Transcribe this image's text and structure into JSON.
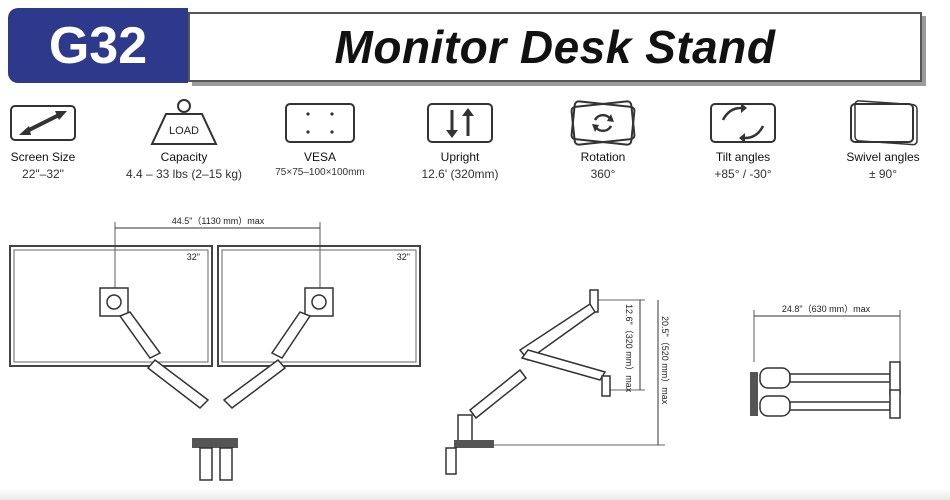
{
  "header": {
    "model": "G32",
    "title": "Monitor Desk Stand"
  },
  "specs": [
    {
      "label": "Screen Size",
      "value": "22\"–32\"",
      "icon": "screen-size-icon"
    },
    {
      "label": "Capacity",
      "value": "4.4 – 33 lbs (2–15 kg)",
      "icon": "weight-icon",
      "icon_text": "LOAD"
    },
    {
      "label": "VESA",
      "value": "75×75–100×100mm",
      "icon": "vesa-icon"
    },
    {
      "label": "Upright",
      "value": "12.6' (320mm)",
      "icon": "upright-icon"
    },
    {
      "label": "Rotation",
      "value": "360°",
      "icon": "rotation-icon"
    },
    {
      "label": "Tilt angles",
      "value": "+85°   /  -30°",
      "icon": "tilt-icon"
    },
    {
      "label": "Swivel angles",
      "value": "± 90°",
      "icon": "swivel-icon"
    }
  ],
  "front_view": {
    "width_dim": "44.5\"（1130 mm）max",
    "left_screen": "32\"",
    "right_screen": "32\""
  },
  "side_view": {
    "height_dim": "12.6\"（320 mm）max",
    "total_height_dim": "20.5\"（520 mm）max"
  },
  "top_view": {
    "depth_dim": "24.8\"（630 mm）max"
  }
}
